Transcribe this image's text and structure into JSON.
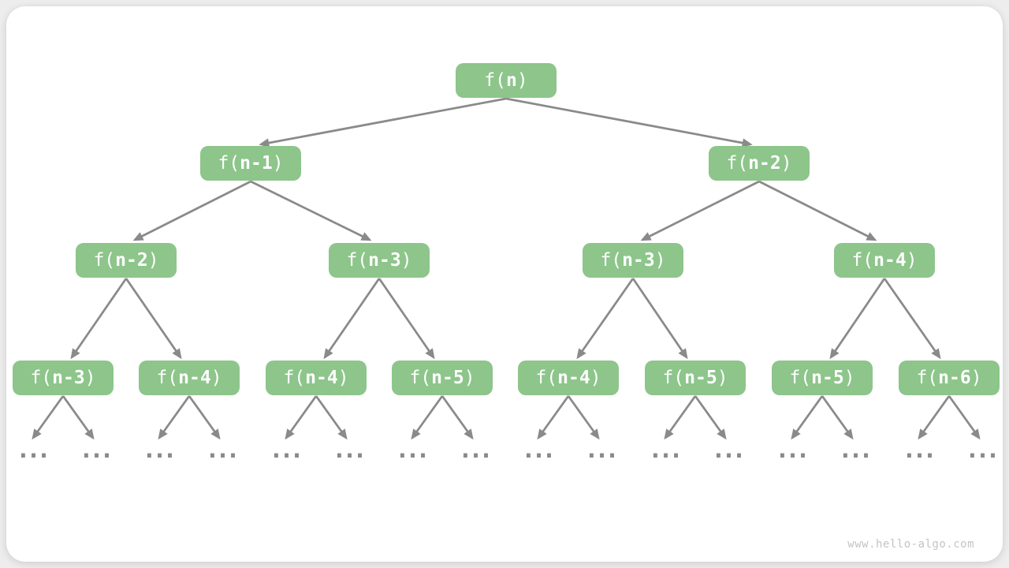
{
  "colors": {
    "page_background": "#EDEDED",
    "card_background": "#FFFFFF",
    "node_fill": "#8DC58B",
    "node_text": "#FFFFFF",
    "edge": "#8A8A8A",
    "watermark": "#C4C4C4"
  },
  "watermark": {
    "text": "www.hello-algo.com"
  },
  "tree": {
    "ellipsis": "...",
    "nodes": [
      {
        "prefix": "f(",
        "arg": "n",
        "suffix": ")"
      },
      {
        "prefix": "f(",
        "arg": "n-1",
        "suffix": ")"
      },
      {
        "prefix": "f(",
        "arg": "n-2",
        "suffix": ")"
      },
      {
        "prefix": "f(",
        "arg": "n-2",
        "suffix": ")"
      },
      {
        "prefix": "f(",
        "arg": "n-3",
        "suffix": ")"
      },
      {
        "prefix": "f(",
        "arg": "n-3",
        "suffix": ")"
      },
      {
        "prefix": "f(",
        "arg": "n-4",
        "suffix": ")"
      },
      {
        "prefix": "f(",
        "arg": "n-3",
        "suffix": ")"
      },
      {
        "prefix": "f(",
        "arg": "n-4",
        "suffix": ")"
      },
      {
        "prefix": "f(",
        "arg": "n-4",
        "suffix": ")"
      },
      {
        "prefix": "f(",
        "arg": "n-5",
        "suffix": ")"
      },
      {
        "prefix": "f(",
        "arg": "n-4",
        "suffix": ")"
      },
      {
        "prefix": "f(",
        "arg": "n-5",
        "suffix": ")"
      },
      {
        "prefix": "f(",
        "arg": "n-5",
        "suffix": ")"
      },
      {
        "prefix": "f(",
        "arg": "n-6",
        "suffix": ")"
      }
    ]
  }
}
